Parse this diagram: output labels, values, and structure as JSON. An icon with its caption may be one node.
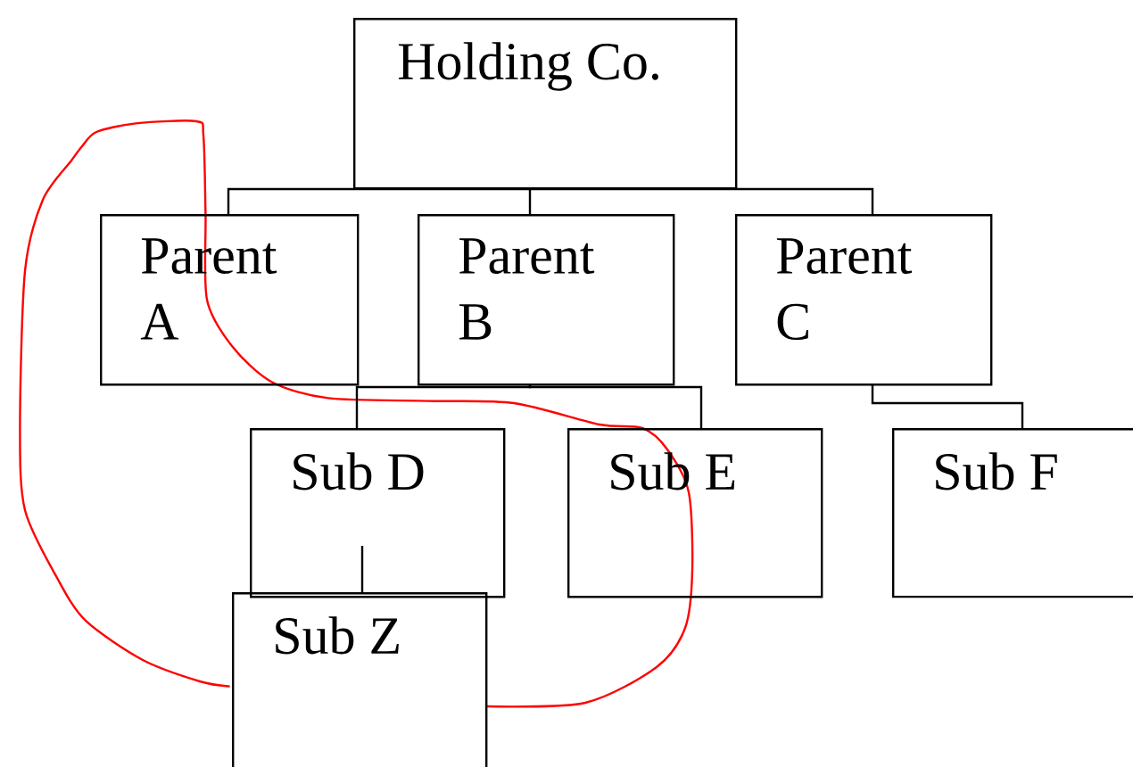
{
  "diagram": {
    "nodes": [
      {
        "text": [
          "Holding Co."
        ]
      },
      {
        "text": [
          "Parent A"
        ]
      },
      {
        "text": [
          "Parent B"
        ]
      },
      {
        "text": [
          "Parent C"
        ]
      },
      {
        "text": [
          "Sub D"
        ]
      },
      {
        "text": [
          "Sub E"
        ]
      },
      {
        "text": [
          "Sub F"
        ]
      },
      {
        "text": [
          "Sub Z"
        ]
      }
    ],
    "edges": [
      {
        "from": 0,
        "to": 1,
        "arrow": "none"
      },
      {
        "from": 0,
        "to": 2,
        "arrow": "none"
      },
      {
        "from": 0,
        "to": 3,
        "arrow": "none"
      },
      {
        "from": 2,
        "to": 4,
        "arrow": "none"
      },
      {
        "from": 2,
        "to": 5,
        "arrow": "none"
      },
      {
        "from": 3,
        "to": 6,
        "arrow": "none"
      },
      {
        "from": 4,
        "to": 7,
        "arrow": "none"
      }
    ]
  }
}
